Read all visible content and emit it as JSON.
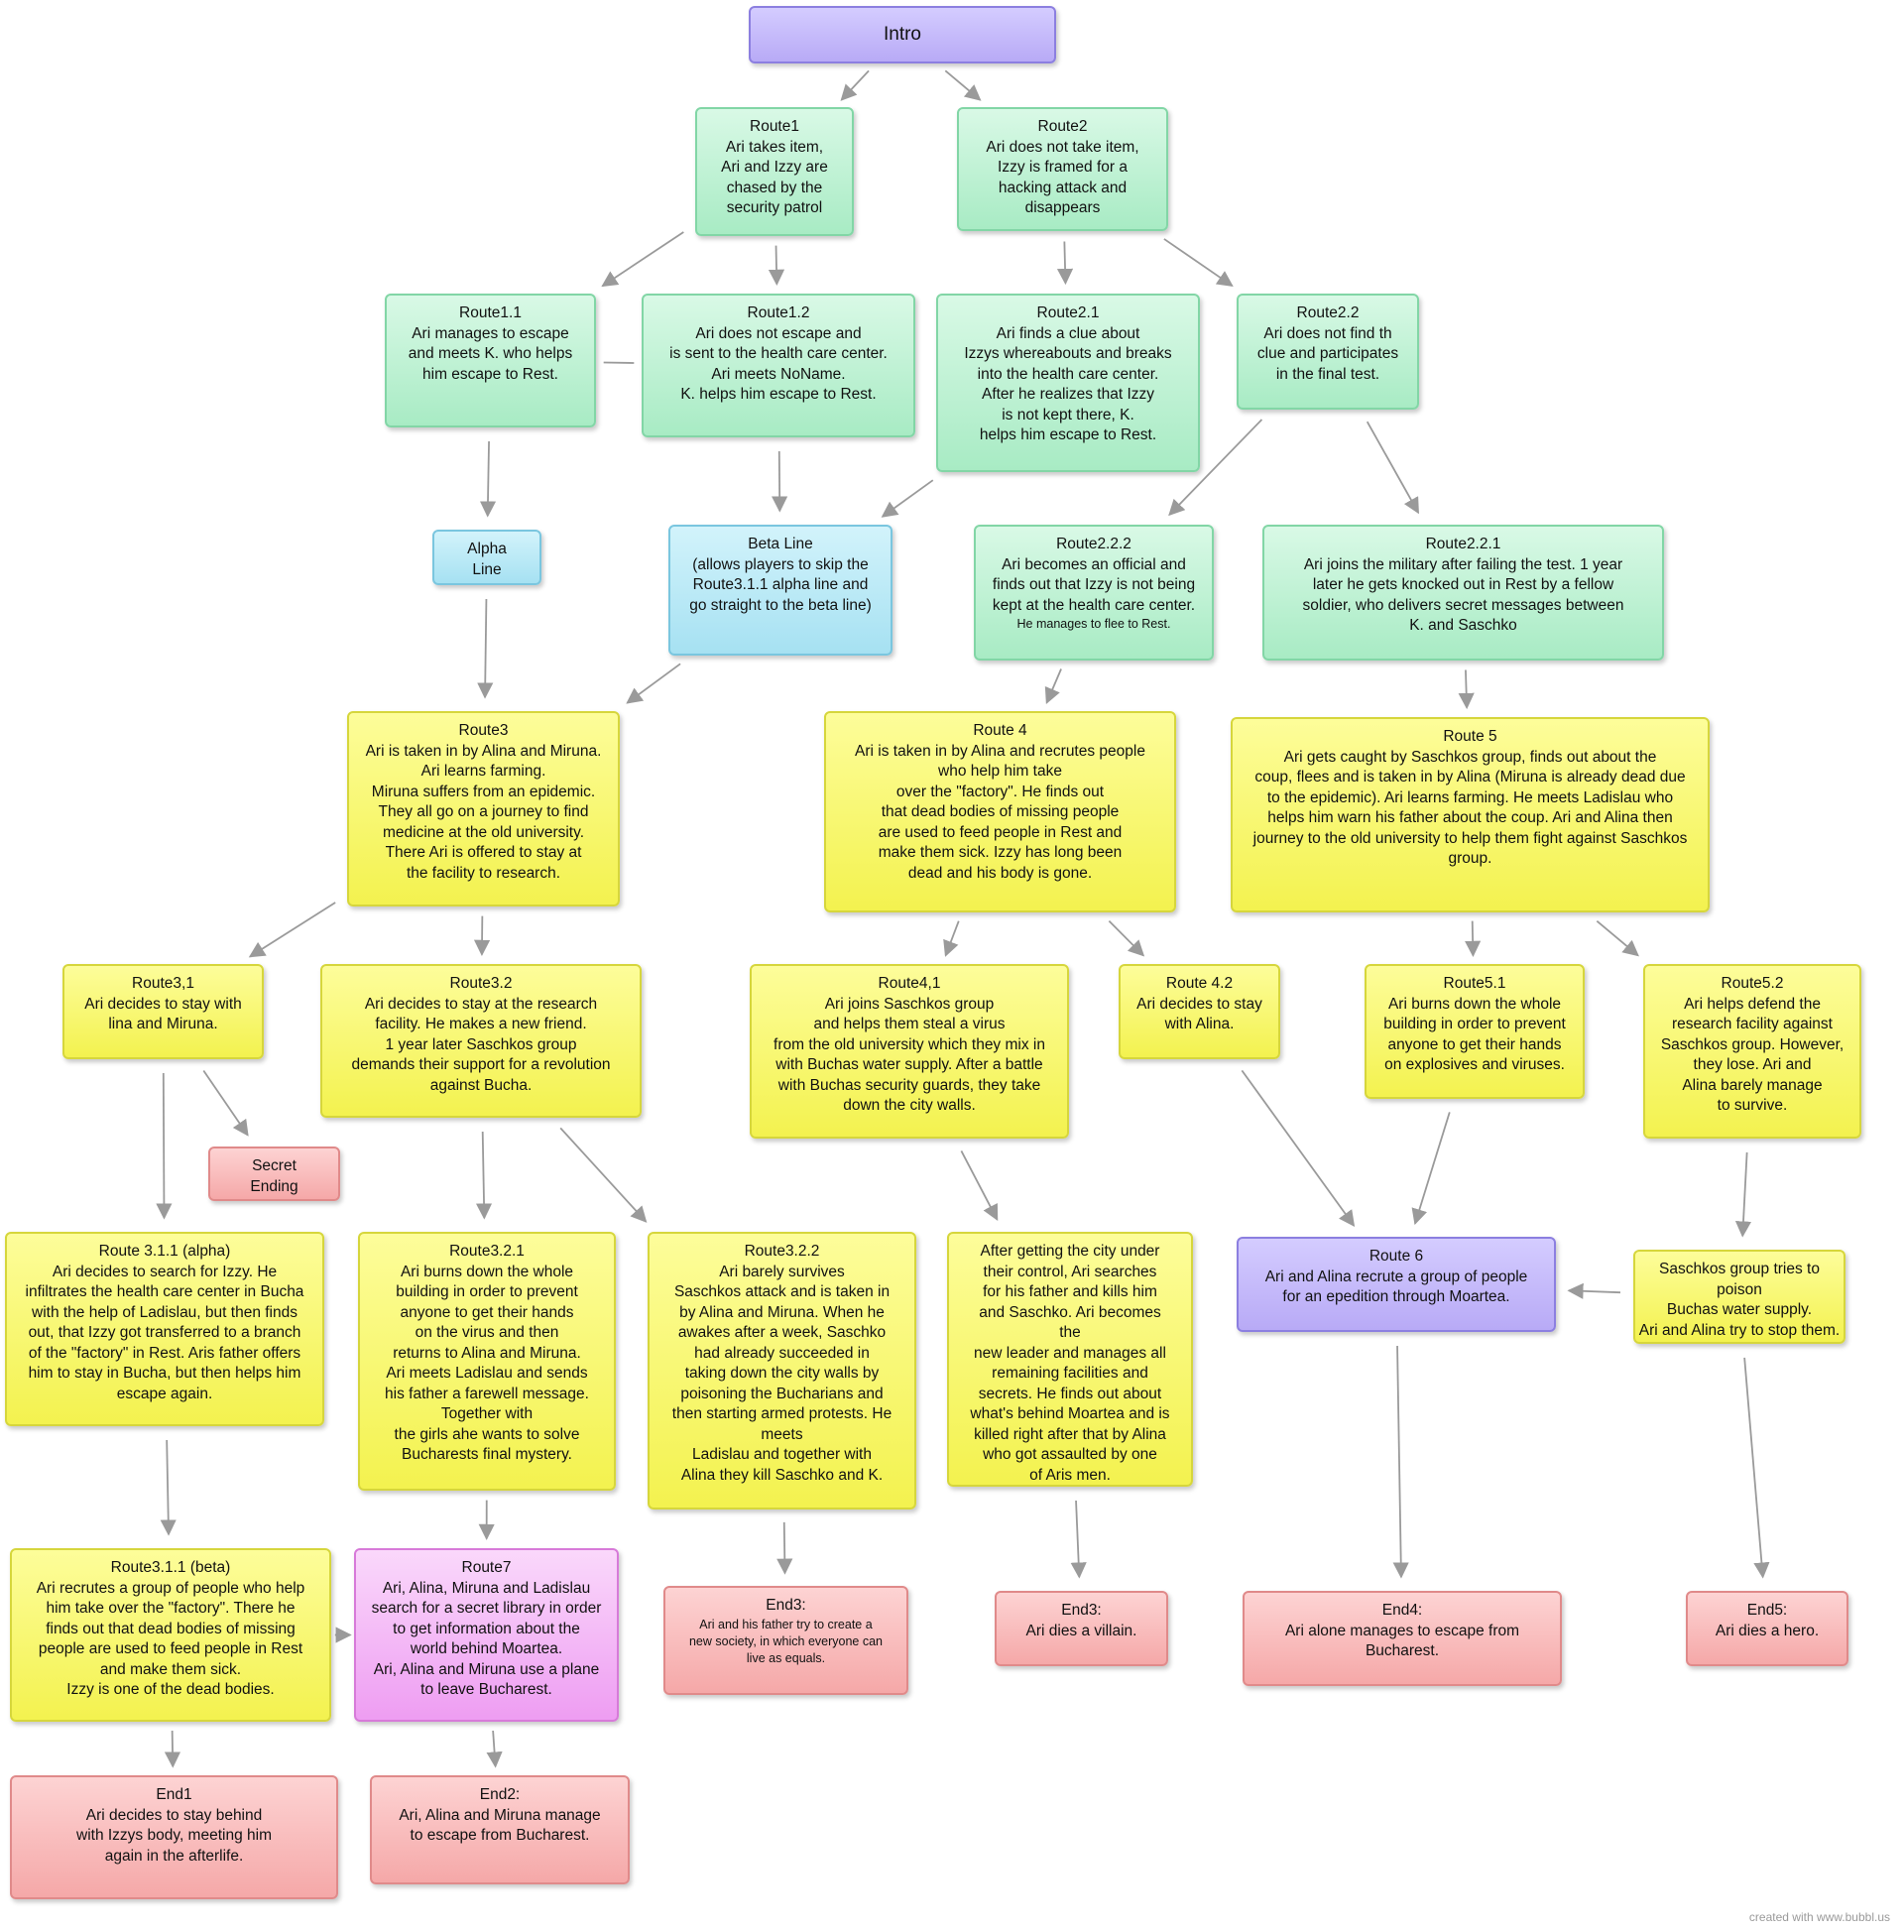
{
  "nodes": {
    "intro": {
      "color": "purple",
      "lines": [
        "Intro"
      ]
    },
    "r1": {
      "color": "green",
      "lines": [
        "Route1",
        "Ari takes item,",
        "Ari and Izzy are",
        "chased by the",
        "security patrol"
      ]
    },
    "r2": {
      "color": "green",
      "lines": [
        "Route2",
        "Ari does not take item,",
        "Izzy is framed for a",
        "hacking attack and",
        "disappears"
      ]
    },
    "r11": {
      "color": "green",
      "lines": [
        "Route1.1",
        "Ari manages to escape",
        "and meets K. who helps",
        "him escape to Rest."
      ]
    },
    "r12": {
      "color": "green",
      "lines": [
        "Route1.2",
        "Ari does not escape and",
        "is sent to the health care center.",
        "Ari meets NoName.",
        "K. helps him escape to Rest."
      ]
    },
    "r21": {
      "color": "green",
      "lines": [
        "Route2.1",
        "Ari finds a clue about",
        "Izzys whereabouts and breaks",
        "into the health care center.",
        "After he realizes that Izzy",
        "is not kept there, K.",
        "helps him escape to Rest."
      ]
    },
    "r22": {
      "color": "green",
      "lines": [
        "Route2.2",
        "Ari does not find th",
        "clue and participates",
        "in the final test."
      ]
    },
    "alpha": {
      "color": "blue",
      "lines": [
        "Alpha",
        "Line"
      ]
    },
    "beta": {
      "color": "blue",
      "lines": [
        "Beta Line",
        "(allows players to skip the",
        "Route3.1.1 alpha line and",
        "go straight to the beta line)"
      ]
    },
    "r222": {
      "color": "green",
      "lines": [
        "Route2.2.2",
        "Ari becomes an official and",
        "finds out that Izzy is not being",
        "kept at the health care center."
      ],
      "small_lines": [
        "He manages to flee to Rest."
      ]
    },
    "r221": {
      "color": "green",
      "lines": [
        "Route2.2.1",
        "Ari joins the military after failing the test. 1 year",
        "later he gets knocked out in Rest by a fellow",
        "soldier, who delivers secret messages between",
        "K. and Saschko"
      ]
    },
    "r3": {
      "color": "yellow",
      "lines": [
        "Route3",
        "Ari is taken in by Alina and Miruna.",
        "Ari learns farming.",
        "Miruna suffers from an epidemic.",
        "They all go on a journey to find",
        "medicine at the old university.",
        "There Ari is offered to stay at",
        "the facility to research."
      ]
    },
    "r4": {
      "color": "yellow",
      "lines": [
        "Route 4",
        "Ari is taken in by Alina and recrutes  people",
        "who help him take",
        "over the \"factory\". He finds out",
        "that dead bodies of missing people",
        "are used to feed people in Rest and",
        "make them sick. Izzy has long been",
        "dead and his body is gone."
      ]
    },
    "r5": {
      "color": "yellow",
      "lines": [
        "Route 5",
        "Ari gets caught by Saschkos group, finds out about the",
        "coup, flees and is taken in by Alina (Miruna is already dead due",
        "to the epidemic). Ari learns farming. He meets Ladislau who",
        "helps him warn his father about the coup. Ari and Alina then",
        "journey to the old university to help them fight against Saschkos",
        "group."
      ]
    },
    "r31": {
      "color": "yellow",
      "lines": [
        "Route3,1",
        "Ari decides to stay with",
        "lina and Miruna."
      ]
    },
    "r32": {
      "color": "yellow",
      "lines": [
        "Route3.2",
        "Ari decides to stay at the research",
        "facility. He makes a new friend.",
        "1 year later Saschkos group",
        "demands their support for a revolution",
        "against Bucha."
      ]
    },
    "r41": {
      "color": "yellow",
      "lines": [
        "Route4,1",
        "Ari joins Saschkos group",
        "and helps them steal a virus",
        "from the old university which they mix in",
        "with Buchas water supply. After a battle",
        "with Buchas security guards, they take",
        "down the city walls."
      ]
    },
    "r42": {
      "color": "yellow",
      "lines": [
        "Route 4.2",
        "Ari decides to stay",
        "with Alina."
      ]
    },
    "r51": {
      "color": "yellow",
      "lines": [
        "Route5.1",
        "Ari burns down the whole",
        "building in order to prevent",
        "anyone to get their hands",
        "on explosives and viruses."
      ]
    },
    "r52": {
      "color": "yellow",
      "lines": [
        "Route5.2",
        "Ari helps defend the",
        "research facility against",
        "Saschkos group. However,",
        "they lose. Ari and",
        "Alina barely manage",
        "to survive."
      ]
    },
    "secret": {
      "color": "red",
      "lines": [
        "Secret",
        "Ending"
      ]
    },
    "r311a": {
      "color": "yellow",
      "lines": [
        "Route 3.1.1 (alpha)",
        "Ari decides to search for Izzy. He",
        "infiltrates the health care center in Bucha",
        "with the help of Ladislau, but then finds",
        "out, that Izzy got transferred to a branch",
        "of the \"factory\" in Rest. Aris father offers",
        "him to stay in Bucha, but then helps him",
        "escape again."
      ]
    },
    "r321": {
      "color": "yellow",
      "lines": [
        "Route3.2.1",
        "Ari burns down the whole",
        "building in order to prevent",
        "anyone to get their hands",
        "on the virus and then",
        "returns to Alina and Miruna.",
        "Ari meets Ladislau and sends",
        "his father a farewell message.",
        "Together with",
        "the girls ahe wants to solve",
        "Bucharests final mystery."
      ]
    },
    "r322": {
      "color": "yellow",
      "lines": [
        "Route3.2.2",
        "Ari barely survives",
        "Saschkos attack and is taken in",
        "by Alina and Miruna. When he",
        "awakes after a week, Saschko",
        "had already succeeded in",
        "taking down the city walls by",
        "poisoning the Bucharians and",
        "then starting armed protests. He",
        "meets",
        "Ladislau and together with",
        "Alina they kill Saschko and K."
      ]
    },
    "r41b": {
      "color": "yellow",
      "lines": [
        "After getting the city under",
        "their control, Ari searches",
        "for his father and kills him",
        "and Saschko. Ari becomes",
        "the",
        "new leader and manages all",
        "remaining facilities and",
        "secrets. He finds out about",
        "what's behind Moartea and is",
        "killed right after that by Alina",
        "who got assaulted by one",
        "of Aris men."
      ]
    },
    "r6": {
      "color": "purple",
      "lines": [
        "Route 6",
        "Ari and Alina recrute a group of people",
        "for an epedition through Moartea."
      ]
    },
    "sasch": {
      "color": "yellow",
      "lines": [
        "Saschkos group tries to",
        "poison",
        "Buchas water supply.",
        "Ari and Alina try to stop them."
      ]
    },
    "r311b": {
      "color": "yellow",
      "lines": [
        "Route3.1.1 (beta)",
        "Ari recrutes a group of people who help",
        "him take over the \"factory\". There he",
        "finds out that dead bodies of missing",
        "people are used to feed people in Rest",
        "and make them sick.",
        "Izzy is one of the dead bodies."
      ]
    },
    "r7": {
      "color": "pink",
      "lines": [
        "Route7",
        "Ari, Alina, Miruna and Ladislau",
        "search for a secret library in order",
        "to get information about the",
        "world behind Moartea.",
        "Ari, Alina and Miruna use a plane",
        "to leave Bucharest."
      ]
    },
    "end3": {
      "color": "red",
      "lines": [
        "End3:"
      ],
      "small_lines": [
        "Ari and his father try to create a",
        "new society, in which everyone can",
        "live as equals."
      ]
    },
    "endv": {
      "color": "red",
      "lines": [
        "End3:",
        "Ari dies a villain."
      ]
    },
    "end4": {
      "color": "red",
      "lines": [
        "End4:",
        "Ari alone manages to escape from",
        "Bucharest."
      ]
    },
    "end5": {
      "color": "red",
      "lines": [
        "End5:",
        "Ari dies a hero."
      ]
    },
    "end1": {
      "color": "red",
      "lines": [
        "End1",
        "Ari decides to stay behind",
        "with Izzys body, meeting him",
        "again in the afterlife."
      ]
    },
    "end2": {
      "color": "red",
      "lines": [
        "End2:",
        "Ari, Alina and Miruna manage",
        "to escape from Bucharest."
      ]
    }
  },
  "edges": [
    [
      "intro",
      "r1"
    ],
    [
      "intro",
      "r2"
    ],
    [
      "r1",
      "r11"
    ],
    [
      "r1",
      "r12"
    ],
    [
      "r2",
      "r21"
    ],
    [
      "r2",
      "r22"
    ],
    [
      "r11",
      "r12"
    ],
    [
      "r11",
      "alpha"
    ],
    [
      "r12",
      "beta"
    ],
    [
      "r21",
      "beta"
    ],
    [
      "r22",
      "r222"
    ],
    [
      "r22",
      "r221"
    ],
    [
      "alpha",
      "r3"
    ],
    [
      "beta",
      "r3"
    ],
    [
      "r222",
      "r4"
    ],
    [
      "r221",
      "r5"
    ],
    [
      "r3",
      "r31"
    ],
    [
      "r3",
      "r32"
    ],
    [
      "r4",
      "r41"
    ],
    [
      "r4",
      "r42"
    ],
    [
      "r5",
      "r51"
    ],
    [
      "r5",
      "r52"
    ],
    [
      "r31",
      "secret"
    ],
    [
      "r31",
      "r311a"
    ],
    [
      "r32",
      "r321"
    ],
    [
      "r32",
      "r322"
    ],
    [
      "r41",
      "r41b"
    ],
    [
      "r42",
      "r6"
    ],
    [
      "r51",
      "r6"
    ],
    [
      "r52",
      "sasch"
    ],
    [
      "sasch",
      "r6"
    ],
    [
      "r311a",
      "r311b"
    ],
    [
      "r311b",
      "r7"
    ],
    [
      "r321",
      "r7"
    ],
    [
      "r322",
      "end3"
    ],
    [
      "r41b",
      "endv"
    ],
    [
      "r6",
      "end4"
    ],
    [
      "sasch",
      "end5"
    ],
    [
      "r311b",
      "end1"
    ],
    [
      "r7",
      "end2"
    ]
  ],
  "footer": "created with www.bubbl.us"
}
